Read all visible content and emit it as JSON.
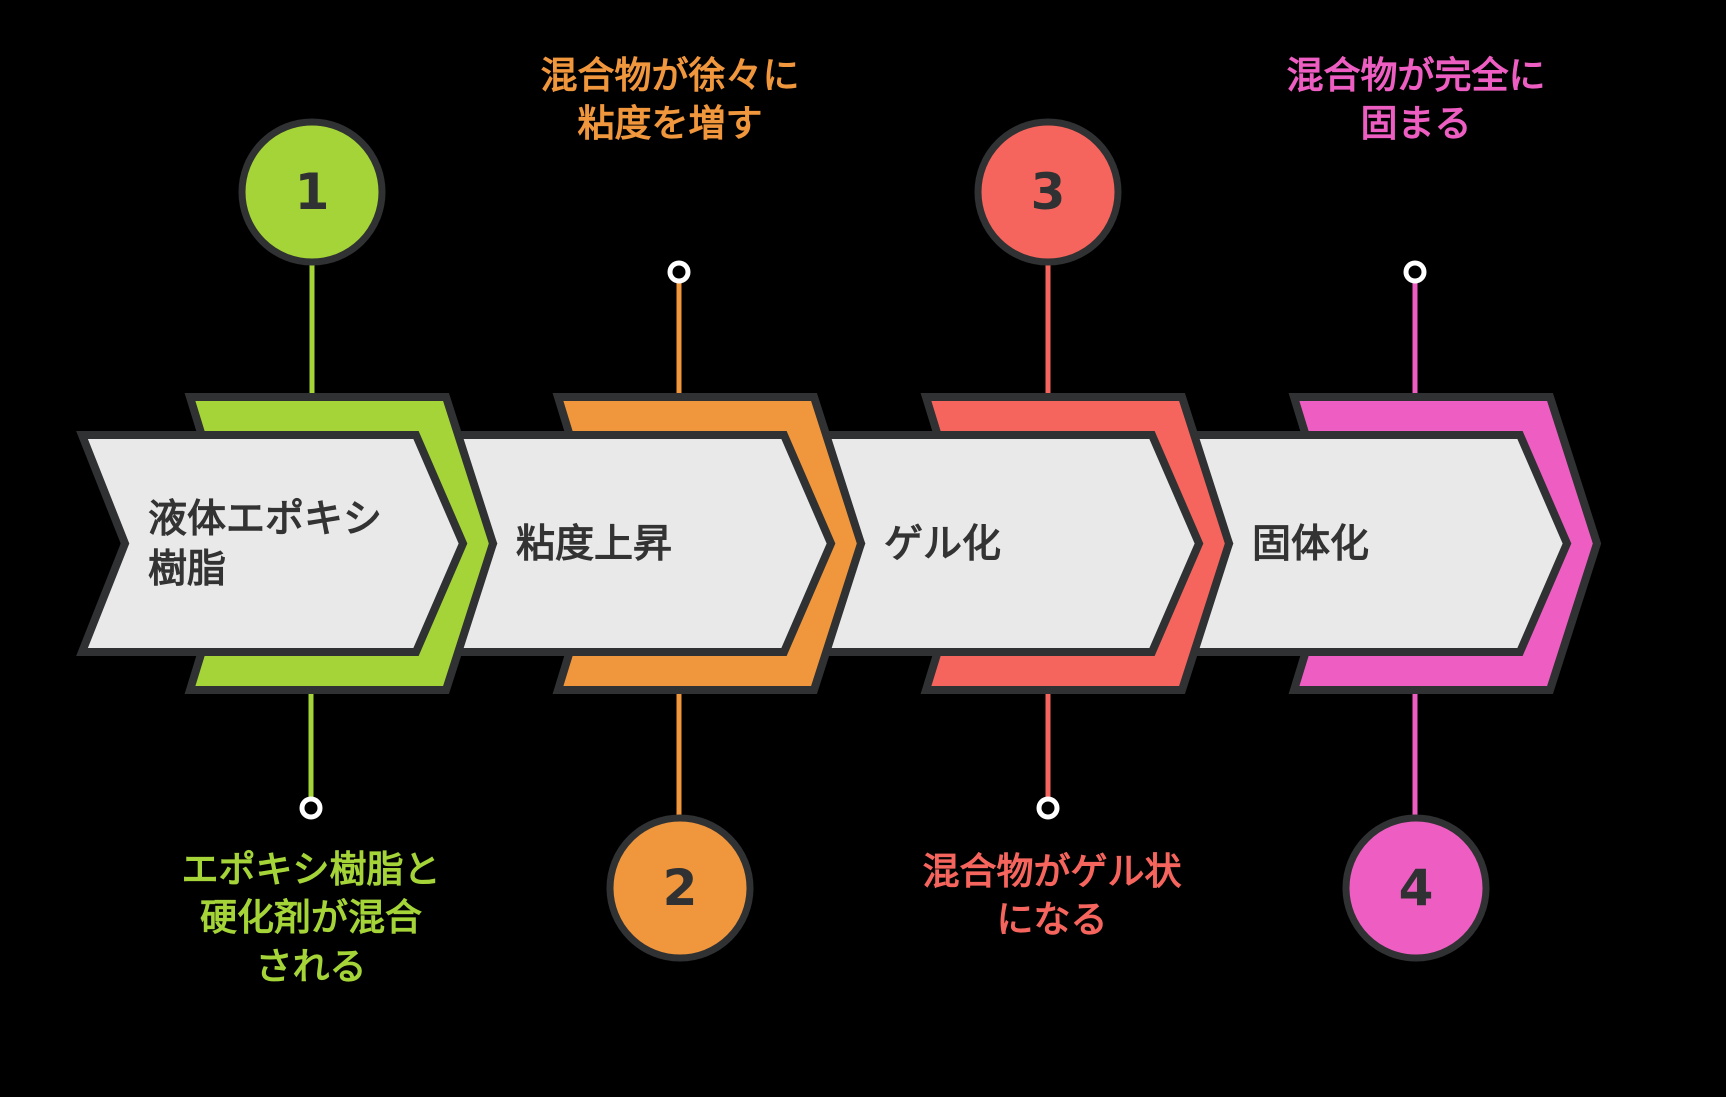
{
  "steps": [
    {
      "number": "1",
      "label": "液体エポキシ樹脂",
      "description": "エポキシ樹脂と\n硬化剤が混合\nされる",
      "color": "#a4d438",
      "number_position": "top",
      "description_position": "bottom"
    },
    {
      "number": "2",
      "label": "粘度上昇",
      "description": "混合物が徐々に\n粘度を増す",
      "color": "#f0963c",
      "number_position": "bottom",
      "description_position": "top"
    },
    {
      "number": "3",
      "label": "ゲル化",
      "description": "混合物がゲル状\nになる",
      "color": "#f5655d",
      "number_position": "top",
      "description_position": "bottom"
    },
    {
      "number": "4",
      "label": "固体化",
      "description": "混合物が完全に\n固まる",
      "color": "#ee5ec2",
      "number_position": "bottom",
      "description_position": "top"
    }
  ],
  "colors": {
    "background": "#000000",
    "chevron_fill": "#e9e9ea",
    "outline": "#303132",
    "label_text": "#333333",
    "endpoint_dot_ring": "#ffffff"
  }
}
